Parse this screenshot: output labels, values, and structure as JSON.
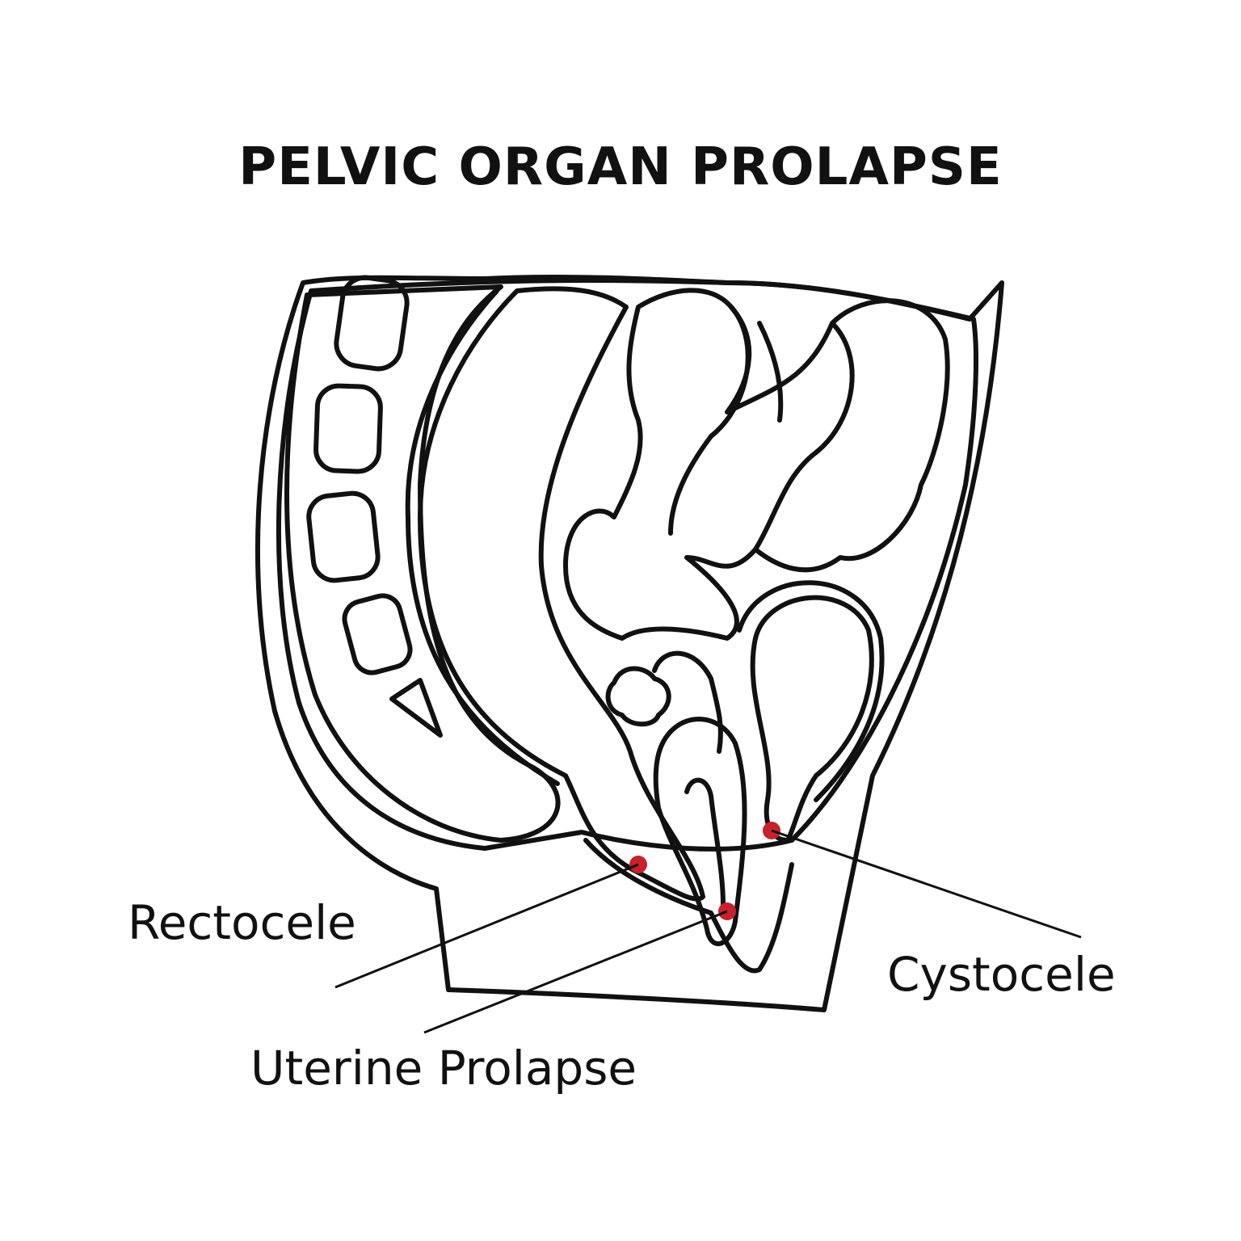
{
  "title": "PELVIC ORGAN PROLAPSE",
  "labels": {
    "rectocele": "Rectocele",
    "uterine_prolapse": "Uterine Prolapse",
    "cystocele": "Cystocele"
  },
  "colors": {
    "skin": "#f8e2d0",
    "cavity": "#fde0dc",
    "rectum": "#ee8f8f",
    "intestine": "#f6aa9c",
    "uterus": "#f7c2bb",
    "bone": "#eeeeee",
    "marker": "#c8202c",
    "outline": "#111111"
  }
}
